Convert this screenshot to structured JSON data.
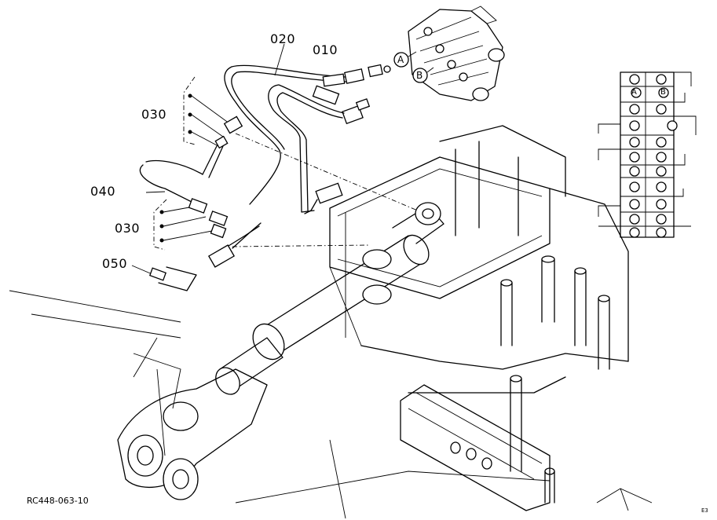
{
  "callouts": {
    "p010": "010",
    "p020": "020",
    "p030a": "030",
    "p030b": "030",
    "p040": "040",
    "p050": "050"
  },
  "ports": {
    "a": "A",
    "b": "B",
    "inset_a": "A",
    "inset_b": "B"
  },
  "drawing_code": "RC448-063-10",
  "corner_mark": "E3"
}
